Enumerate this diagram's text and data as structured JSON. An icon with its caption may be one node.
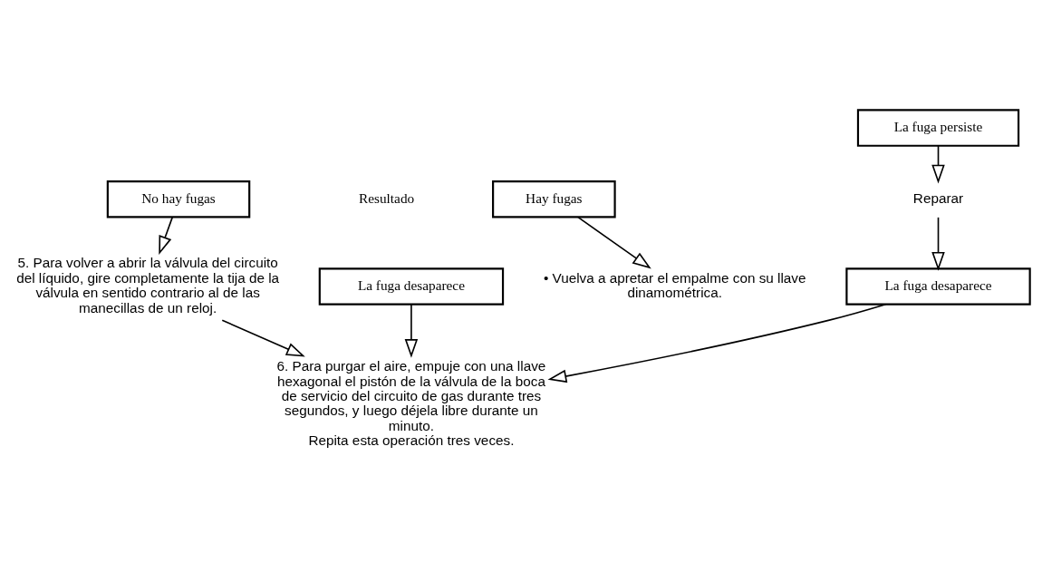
{
  "diagram": {
    "nodes": [
      {
        "text": [
          "No hay fugas"
        ]
      },
      {
        "text": [
          "Hay fugas"
        ]
      },
      {
        "text": [
          "5. Para volver a abrir la válvula del circuito del líquido, gire completamente la tija de la válvula en sentido contrario al de las manecillas de un reloj."
        ]
      },
      {
        "text": [
          "• Vuelva a apretar el empalme con su llave dinamométrica."
        ]
      },
      {
        "text": [
          "La fuga desaparece"
        ]
      },
      {
        "text": [
          "La fuga persiste"
        ]
      },
      {
        "text": [
          "Reparar"
        ]
      },
      {
        "text": [
          "La fuga desaparece"
        ]
      },
      {
        "text": [
          "6. Para purgar el aire, empuje con una llave hexagonal el pistón de la válvula de la boca de servicio del circuito de gas durante tres segundos, y luego déjela libre durante un minuto.",
          "Repita esta operación tres veces."
        ]
      }
    ],
    "edges": [
      {
        "from": 0,
        "to": 2,
        "arrow": "to"
      },
      {
        "from": 1,
        "to": 3,
        "arrow": "to"
      },
      {
        "from": 2,
        "to": 8,
        "arrow": "to"
      },
      {
        "from": 4,
        "to": 8,
        "arrow": "to"
      },
      {
        "from": 7,
        "to": 8,
        "arrow": "to"
      },
      {
        "from": 5,
        "to": 6,
        "arrow": "to"
      },
      {
        "from": 6,
        "to": 7,
        "arrow": "to"
      }
    ],
    "labels": [
      "Resultado"
    ]
  }
}
